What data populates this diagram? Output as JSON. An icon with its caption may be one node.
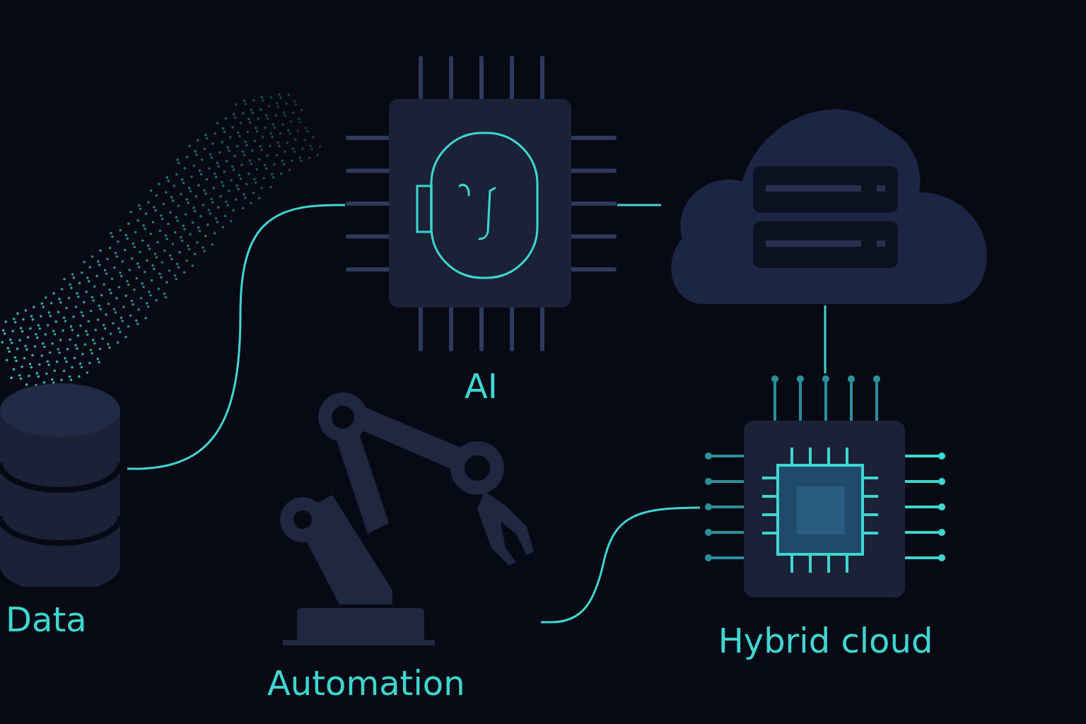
{
  "diagram": {
    "nodes": [
      {
        "text": [
          "Data"
        ]
      },
      {
        "text": [
          "AI"
        ]
      },
      {
        "text": [],
        "shape": "cloud"
      },
      {
        "text": [
          "Hybrid cloud"
        ]
      },
      {
        "text": [
          "Automation"
        ]
      }
    ],
    "edges": [
      {
        "from": 0,
        "to": 1,
        "arrow": "none"
      },
      {
        "from": 1,
        "to": 2,
        "arrow": "none"
      },
      {
        "from": 2,
        "to": 3,
        "arrow": "none"
      },
      {
        "from": 3,
        "to": 4,
        "arrow": "none"
      }
    ]
  }
}
